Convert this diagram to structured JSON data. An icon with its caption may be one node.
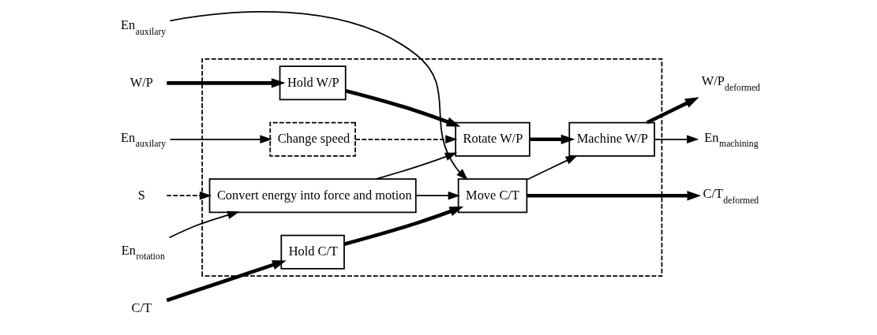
{
  "diagram": {
    "nodes": [
      {
        "text": [],
        "shape": "box"
      },
      {
        "text": [
          "W/P"
        ]
      },
      {
        "text": [
          "En$_{auxilary}$"
        ]
      },
      {
        "text": [
          "S"
        ]
      },
      {
        "text": [
          "En$_{rotation}$"
        ]
      },
      {
        "text": [
          "En$_{auxilary}$"
        ]
      },
      {
        "text": [
          "C/T"
        ]
      },
      {
        "text": [
          "Hold W/P"
        ],
        "in": 0
      },
      {
        "text": [
          "Rotate W/P"
        ],
        "in": 0
      },
      {
        "text": [
          "Machine W/P"
        ],
        "in": 0
      },
      {
        "text": [
          "Change speed"
        ],
        "in": 0
      },
      {
        "text": [
          "Convert energy into force and motion"
        ],
        "in": 0
      },
      {
        "text": [
          "Hold C/T"
        ],
        "in": 0
      },
      {
        "text": [
          "Move C/T"
        ],
        "in": 0
      },
      {
        "text": [
          "W/P$_{deformed}$"
        ]
      },
      {
        "text": [
          "En$_{machining}$"
        ]
      },
      {
        "text": [
          "C/T$_{deformed}$"
        ]
      }
    ],
    "edges": [
      {
        "from": 1,
        "to": 7,
        "arrow": "to",
        "style": "thick"
      },
      {
        "from": 7,
        "to": 8,
        "arrow": "to",
        "style": "thick"
      },
      {
        "from": 8,
        "to": 9,
        "arrow": "to",
        "style": "thick"
      },
      {
        "from": 9,
        "to": 14,
        "arrow": "to",
        "style": "thick"
      },
      {
        "from": 9,
        "to": 15,
        "arrow": "to"
      },
      {
        "from": 2,
        "to": 10,
        "arrow": "to"
      },
      {
        "from": 3,
        "to": 11,
        "arrow": "to",
        "style": "dashed"
      },
      {
        "from": 4,
        "to": 11,
        "arrow": "to"
      },
      {
        "from": 10,
        "to": 8,
        "arrow": "to",
        "style": "dashed"
      },
      {
        "from": 11,
        "to": 8,
        "arrow": "to"
      },
      {
        "from": 11,
        "to": 13,
        "arrow": "to"
      },
      {
        "from": 5,
        "to": 13,
        "arrow": "to"
      },
      {
        "from": 13,
        "to": 9,
        "arrow": "to"
      },
      {
        "from": 6,
        "to": 12,
        "arrow": "to",
        "style": "thick"
      },
      {
        "from": 12,
        "to": 13,
        "arrow": "to",
        "style": "thick"
      },
      {
        "from": 13,
        "to": 16,
        "arrow": "to",
        "style": "thick"
      }
    ]
  }
}
